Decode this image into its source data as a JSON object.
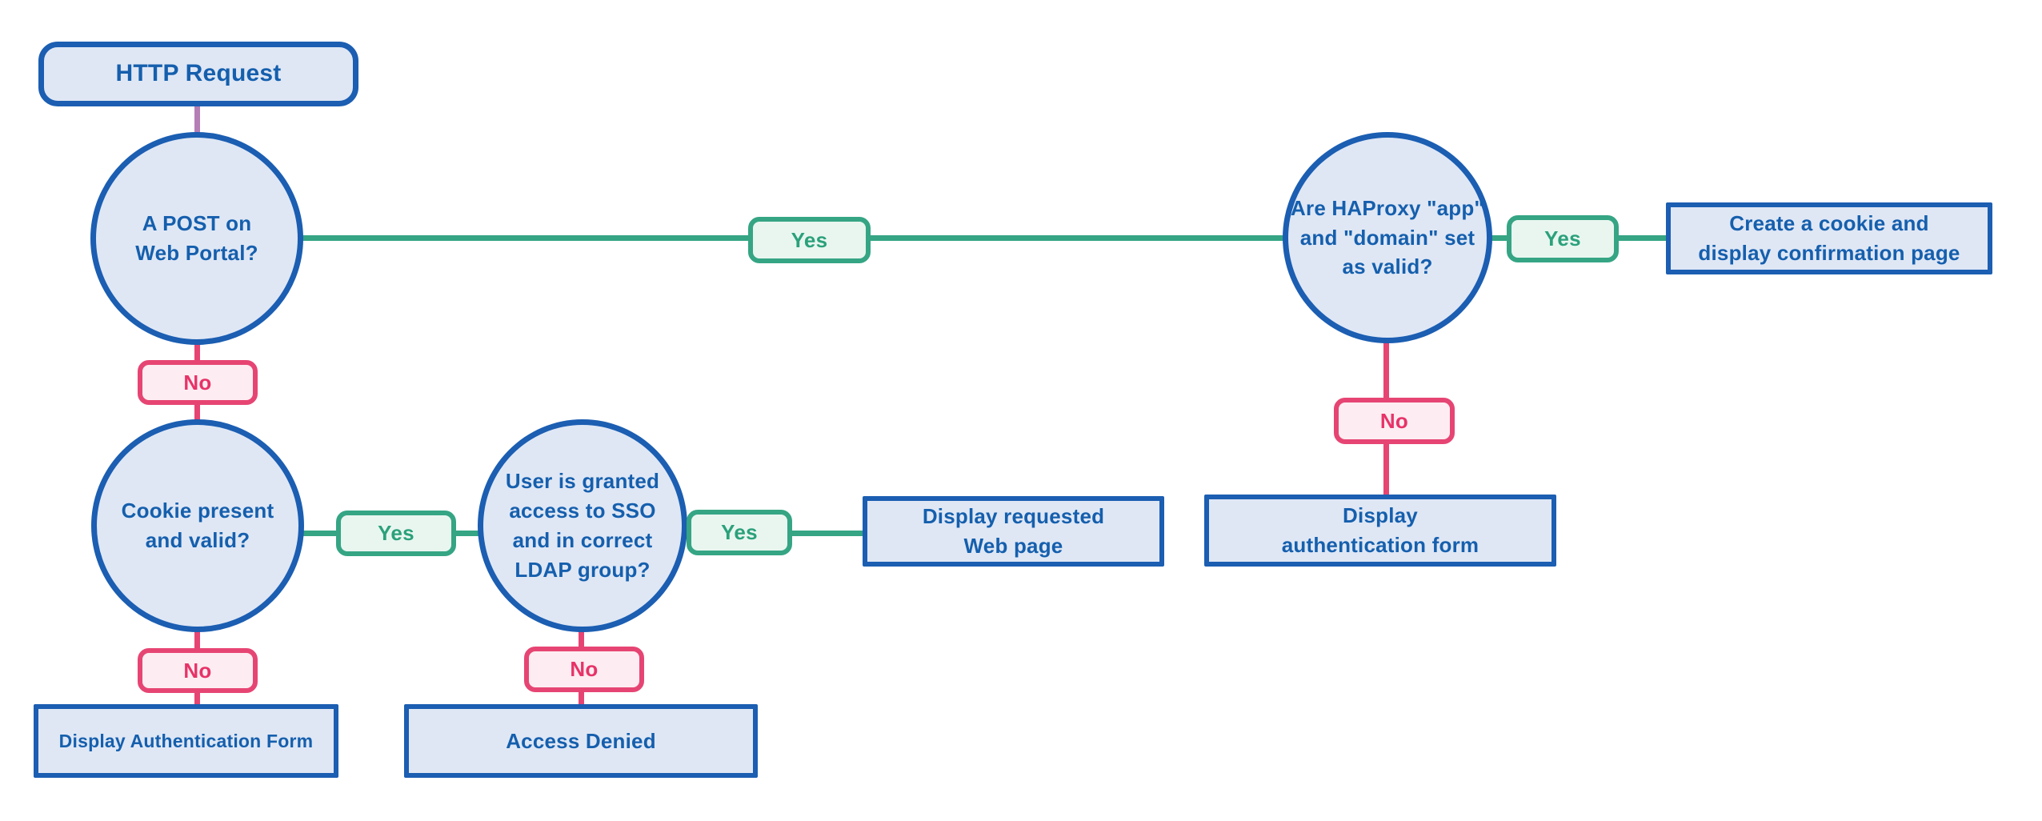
{
  "diagram": {
    "type": "flowchart",
    "colors": {
      "node_border": "#1b5eb2",
      "node_fill": "#dfe7f5",
      "node_text": "#155fad",
      "yes_border": "#35a584",
      "yes_fill": "#e9f6f0",
      "yes_text": "#2ba17b",
      "no_border": "#e64573",
      "no_fill": "#fdedf2",
      "no_text": "#e73368",
      "neutral_line": "#b57eb4",
      "canvas_bg": "#ffffff"
    },
    "nodes": {
      "http_request": {
        "type": "start",
        "label": "HTTP Request"
      },
      "post_on_portal": {
        "type": "decision",
        "label": "A POST on\nWeb Portal?"
      },
      "haproxy_valid": {
        "type": "decision",
        "label": "Are HAProxy \"app\"\nand \"domain\" set\nas valid?"
      },
      "create_cookie": {
        "type": "process",
        "label": "Create a cookie and\ndisplay confirmation page"
      },
      "cookie_valid": {
        "type": "decision",
        "label": "Cookie present\nand valid?"
      },
      "sso_granted": {
        "type": "decision",
        "label": "User is granted\naccess to SSO\nand in correct\nLDAP group?"
      },
      "display_requested_page": {
        "type": "process",
        "label": "Display requested\nWeb page"
      },
      "display_auth_form": {
        "type": "process",
        "label": "Display\nauthentication form"
      },
      "display_auth_form_bottom": {
        "type": "process",
        "label": "Display Authentication Form"
      },
      "access_denied": {
        "type": "process",
        "label": "Access Denied"
      }
    },
    "edges": {
      "post_yes": {
        "from": "post_on_portal",
        "to": "haproxy_valid",
        "label": "Yes"
      },
      "haproxy_yes": {
        "from": "haproxy_valid",
        "to": "create_cookie",
        "label": "Yes"
      },
      "haproxy_no": {
        "from": "haproxy_valid",
        "to": "display_auth_form",
        "label": "No"
      },
      "post_no": {
        "from": "post_on_portal",
        "to": "cookie_valid",
        "label": "No"
      },
      "cookie_yes": {
        "from": "cookie_valid",
        "to": "sso_granted",
        "label": "Yes"
      },
      "sso_yes": {
        "from": "sso_granted",
        "to": "display_requested_page",
        "label": "Yes"
      },
      "sso_no": {
        "from": "sso_granted",
        "to": "access_denied",
        "label": "No"
      },
      "cookie_no": {
        "from": "cookie_valid",
        "to": "display_auth_form_bottom",
        "label": "No"
      }
    }
  }
}
